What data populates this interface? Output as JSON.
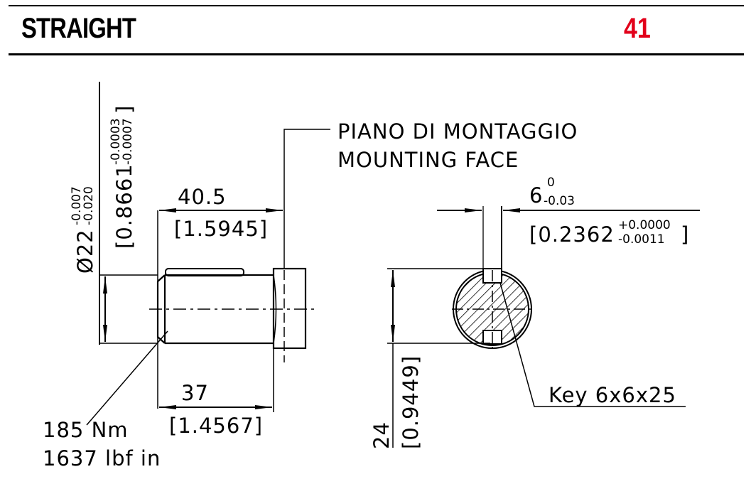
{
  "header": {
    "title": "STRAIGHT",
    "page_number": "41",
    "accent_color": "#e2001a"
  },
  "mounting_face": {
    "label_it": "PIANO DI MONTAGGIO",
    "label_en": "MOUNTING FACE"
  },
  "diameter": {
    "nominal": "Ø22",
    "tol_upper": "-0.007",
    "tol_lower": "-0.020",
    "inch_open": "[0.8661",
    "inch_tol_upper": "-0.0003",
    "inch_tol_lower": "-0.0007",
    "inch_close": "]"
  },
  "length_total": {
    "mm": "40.5",
    "inch": "[1.5945]"
  },
  "length_key": {
    "mm": "37",
    "inch": "[1.4567]"
  },
  "torque": {
    "metric": "185 Nm",
    "imperial": "1637 lbf in"
  },
  "key_width": {
    "mm": "6",
    "tol_upper": "0",
    "tol_lower": "-0.03",
    "inch": "[0.2362",
    "inch_tol_upper": "+0.0000",
    "inch_tol_lower": "-0.0011",
    "inch_close": "]"
  },
  "key_height": {
    "mm": "24",
    "inch": "[0.9449]"
  },
  "key": {
    "label": "Key 6x6x25"
  }
}
